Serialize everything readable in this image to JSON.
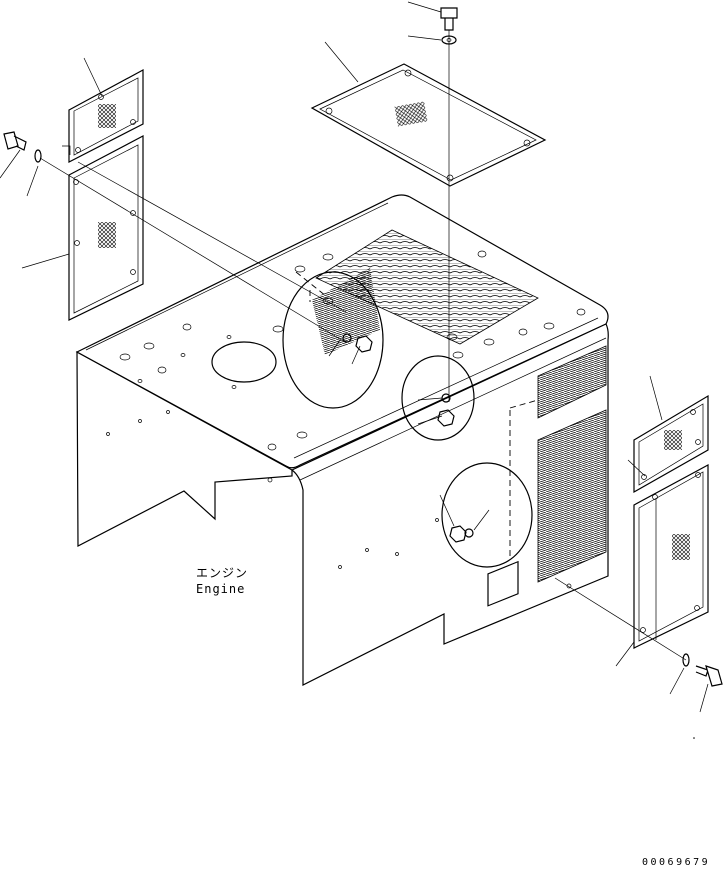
{
  "labels": {
    "engine_jp": "エンジン",
    "engine_en": "Engine",
    "drawing_code": "00069679"
  }
}
